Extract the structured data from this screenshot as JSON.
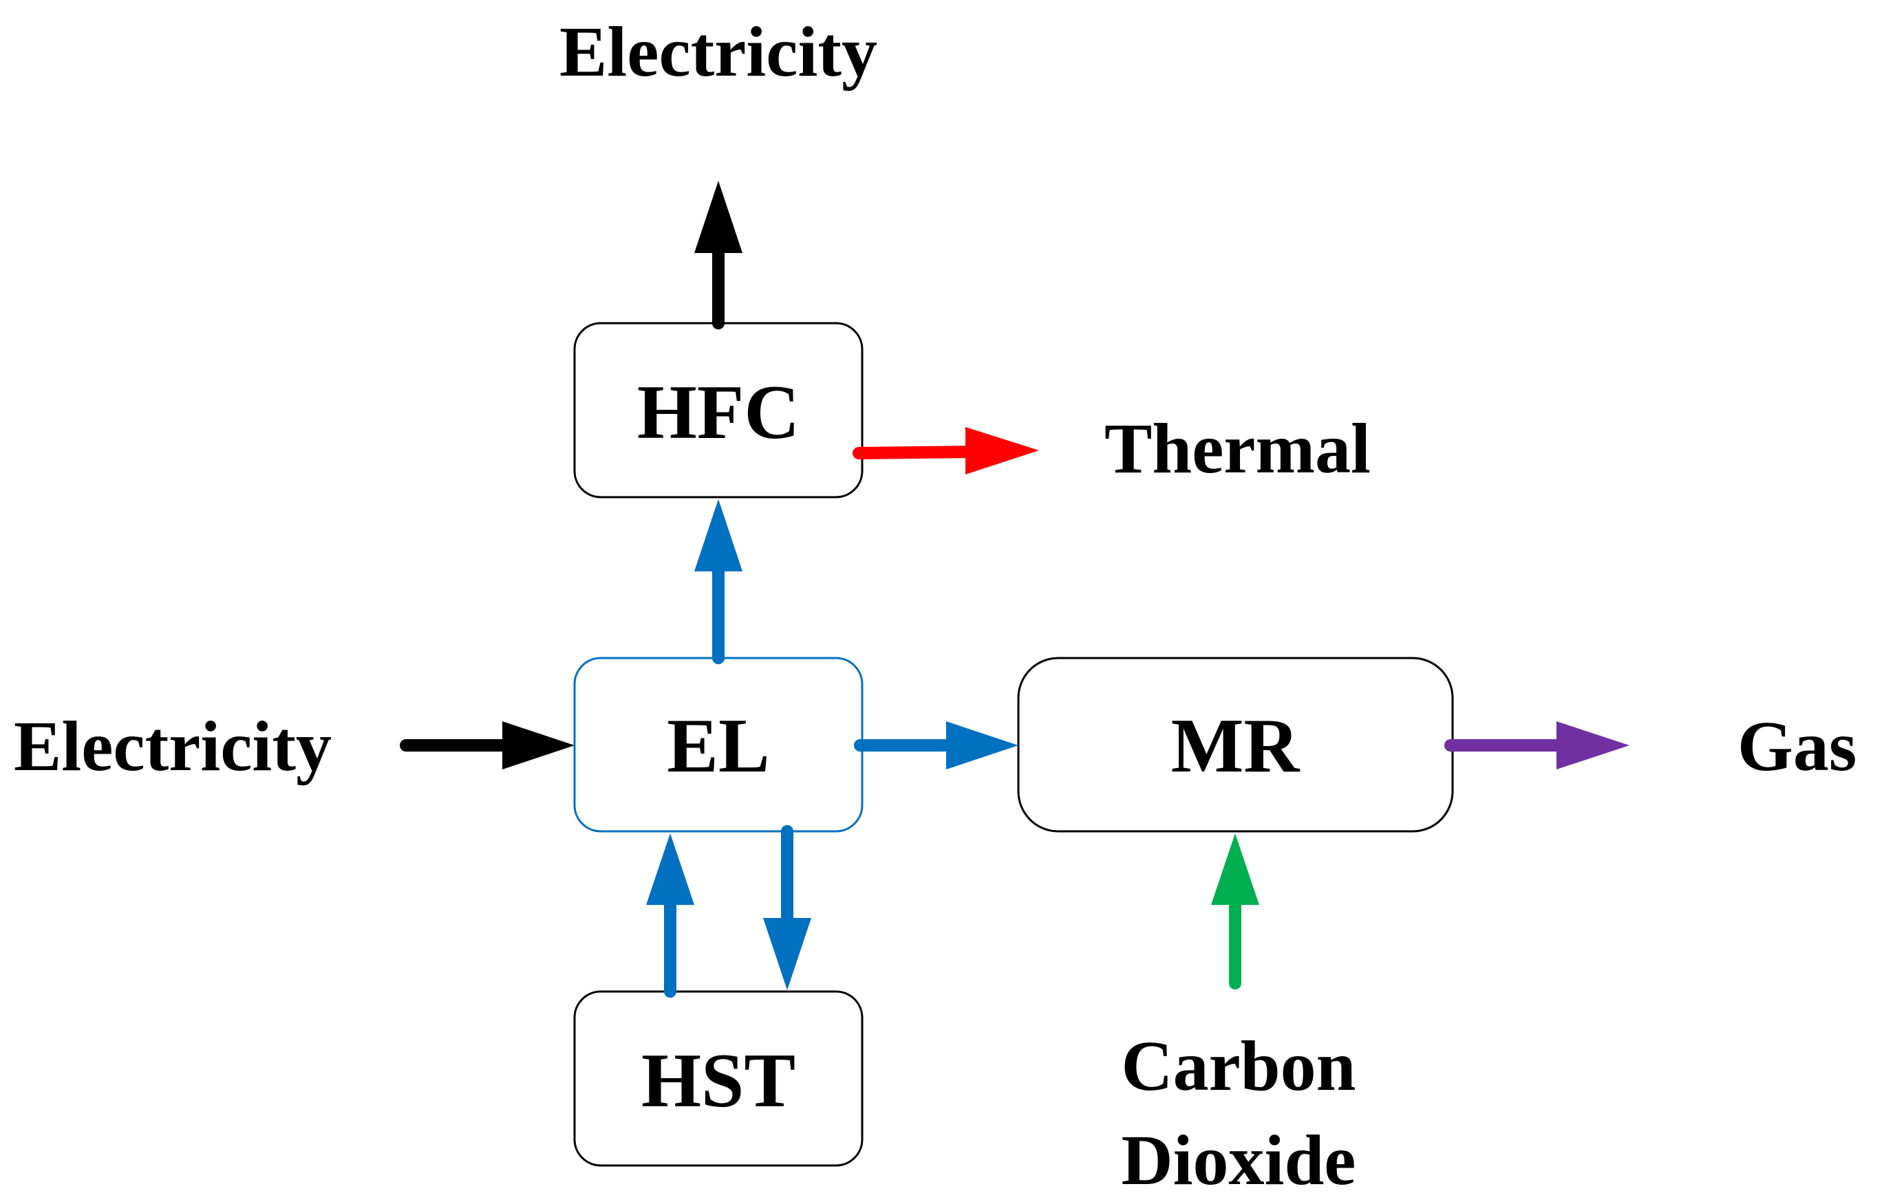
{
  "nodes": {
    "hfc": "HFC",
    "el": "EL",
    "hst": "HST",
    "mr": "MR"
  },
  "labels": {
    "electricity_out": "Electricity",
    "electricity_in": "Electricity",
    "thermal": "Thermal",
    "gas": "Gas",
    "carbon_line1": "Carbon",
    "carbon_line2": "Dioxide"
  },
  "colors": {
    "electricity": "#000000",
    "hydrogen": "#0070c0",
    "thermal": "#ff0000",
    "gas": "#7030a0",
    "carbon_dioxide": "#00b050"
  }
}
